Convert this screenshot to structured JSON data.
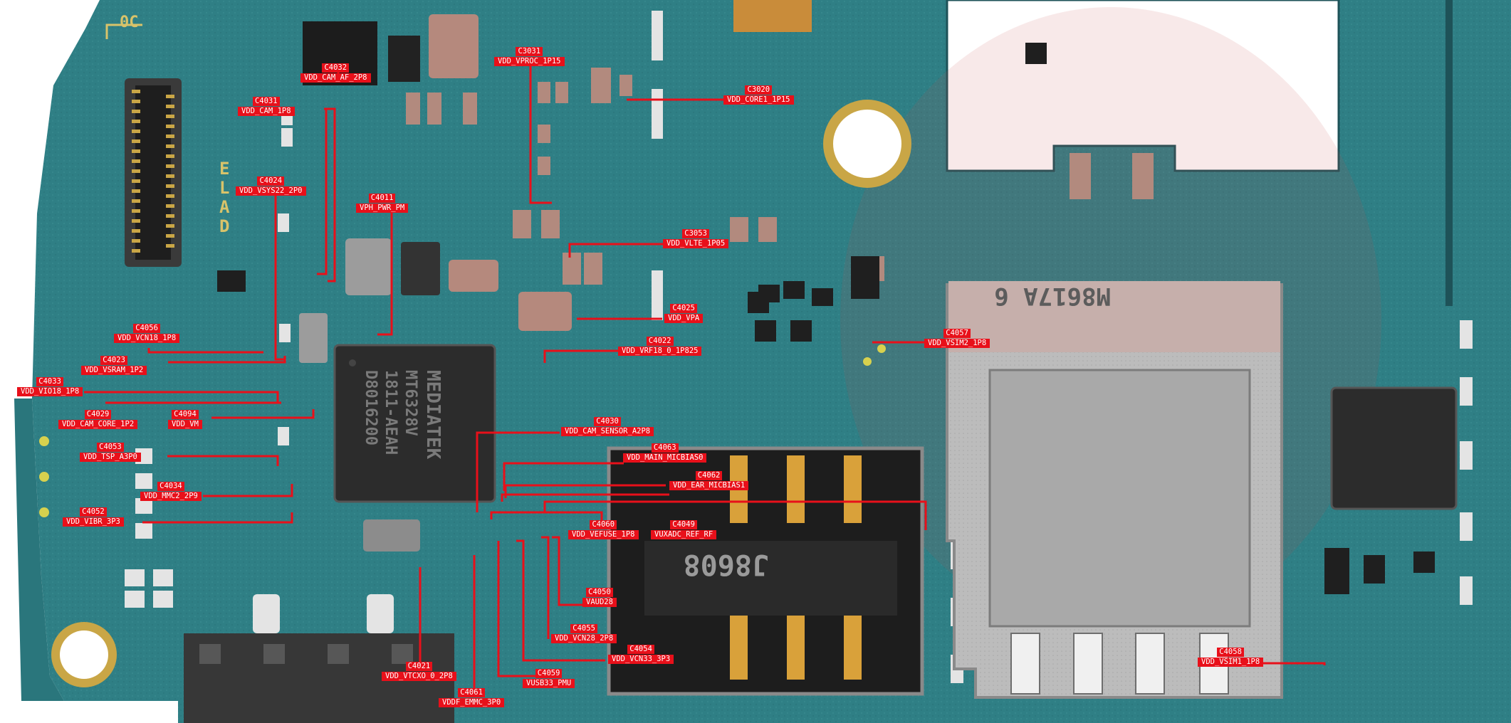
{
  "board": {
    "silk_corner": "0C",
    "silk_side": "ELAD",
    "pmic_marking": [
      "MEDIATEK",
      "MT6328V",
      "1811-AEAH",
      "D8016200"
    ],
    "sim_tray_marking": "M8617A 6",
    "sd_tray_marking": "J8608"
  },
  "labels": [
    {
      "ref": "C4032",
      "net": "VDD_CAM_AF_2P8"
    },
    {
      "ref": "C3031",
      "net": "VDD_VPROC_1P15"
    },
    {
      "ref": "C3020",
      "net": "VDD_CORE1_1P15"
    },
    {
      "ref": "C4031",
      "net": "VDD_CAM_1P8"
    },
    {
      "ref": "C4024",
      "net": "VDD_VSYS22_2P0"
    },
    {
      "ref": "C4011",
      "net": "VPH_PWR_PM"
    },
    {
      "ref": "C3053",
      "net": "VDD_VLTE_1P05"
    },
    {
      "ref": "C4025",
      "net": "VDD_VPA"
    },
    {
      "ref": "C4057",
      "net": "VDD_VSIM2_1P8"
    },
    {
      "ref": "C4056",
      "net": "VDD_VCN18_1P8"
    },
    {
      "ref": "C4023",
      "net": "VDD_VSRAM_1P2"
    },
    {
      "ref": "C4022",
      "net": "VDD_VRF18_0_1P825"
    },
    {
      "ref": "C4033",
      "net": "VDD_VIO18_1P8"
    },
    {
      "ref": "C4029",
      "net": "VDD_CAM_CORE_1P2"
    },
    {
      "ref": "C4094",
      "net": "VDD_VM"
    },
    {
      "ref": "C4030",
      "net": "VDD_CAM_SENSOR_A2P8"
    },
    {
      "ref": "C4053",
      "net": "VDD_TSP_A3P0"
    },
    {
      "ref": "C4063",
      "net": "VDD_MAIN_MICBIAS0"
    },
    {
      "ref": "C4062",
      "net": "VDD_EAR_MICBIAS1"
    },
    {
      "ref": "C4034",
      "net": "VDD_MMC2_2P9"
    },
    {
      "ref": "C4052",
      "net": "VDD_VIBR_3P3"
    },
    {
      "ref": "C4060",
      "net": "VDD_VEFUSE_1P8"
    },
    {
      "ref": "C4049",
      "net": "VUXADC_REF_RF"
    },
    {
      "ref": "C4050",
      "net": "VAUD28"
    },
    {
      "ref": "C4055",
      "net": "VDD_VCN28_2P8"
    },
    {
      "ref": "C4054",
      "net": "VDD_VCN33_3P3"
    },
    {
      "ref": "C4058",
      "net": "VDD_VSIM1_1P8"
    },
    {
      "ref": "C4021",
      "net": "VDD_VTCXO_0_2P8"
    },
    {
      "ref": "C4059",
      "net": "VUSB33_PMU"
    },
    {
      "ref": "C4061",
      "net": "VDDF_EMMC_3P0"
    }
  ],
  "colors": {
    "pcb": "#2f7f85",
    "pcb_dark": "#1f5a60",
    "label_bg": "#e8101a",
    "label_text": "#ffffff",
    "leader": "#e8101a"
  }
}
